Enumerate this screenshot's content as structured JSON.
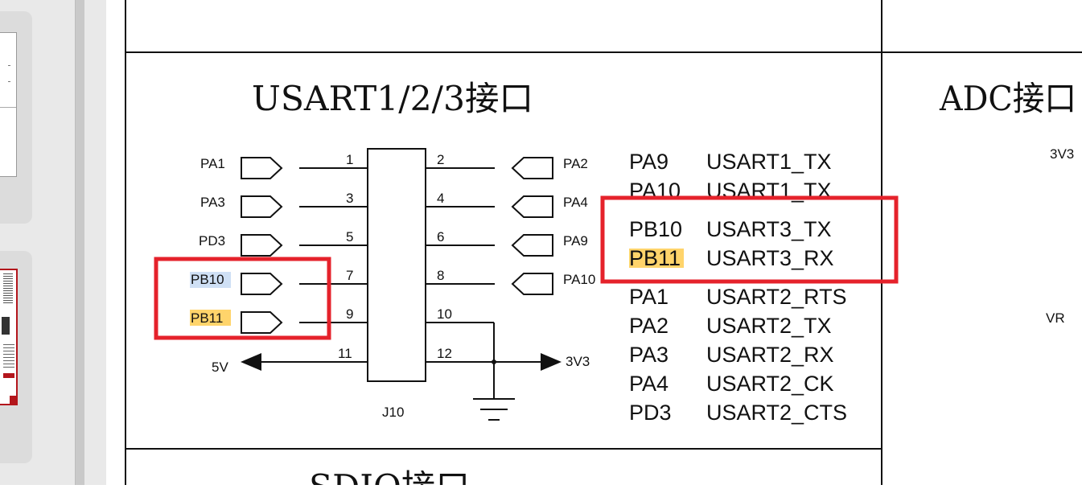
{
  "viewer": {
    "thumbnails": [
      "page-thumbnail",
      "page-thumbnail-selected"
    ]
  },
  "sections": {
    "usart_title": "USART1/2/3接口",
    "adc_title": "ADC接口",
    "sdio_title": "SDIO接口"
  },
  "connector": {
    "ref": "J10",
    "left_pins": [
      {
        "pin": "1",
        "net": "PA1"
      },
      {
        "pin": "3",
        "net": "PA3"
      },
      {
        "pin": "5",
        "net": "PD3"
      },
      {
        "pin": "7",
        "net": "PB10"
      },
      {
        "pin": "9",
        "net": "PB11"
      },
      {
        "pin": "11",
        "net": "5V"
      }
    ],
    "right_pins": [
      {
        "pin": "2",
        "net": "PA2"
      },
      {
        "pin": "4",
        "net": "PA4"
      },
      {
        "pin": "6",
        "net": "PA9"
      },
      {
        "pin": "8",
        "net": "PA10"
      },
      {
        "pin": "10",
        "net": ""
      },
      {
        "pin": "12",
        "net": "3V3"
      }
    ]
  },
  "pin_table": [
    {
      "pin": "PA9",
      "function": "USART1_TX"
    },
    {
      "pin": "PA10",
      "function": "USART1_TX"
    },
    {
      "pin": "PB10",
      "function": "USART3_TX"
    },
    {
      "pin": "PB11",
      "function": "USART3_RX"
    },
    {
      "pin": "PA1",
      "function": "USART2_RTS"
    },
    {
      "pin": "PA2",
      "function": "USART2_TX"
    },
    {
      "pin": "PA3",
      "function": "USART2_RX"
    },
    {
      "pin": "PA4",
      "function": "USART2_CK"
    },
    {
      "pin": "PD3",
      "function": "USART2_CTS"
    }
  ],
  "adc": {
    "supply_label": "3V3",
    "pot_label": "VR"
  },
  "colors": {
    "highlight_box": "#e5222b",
    "selection_blue": "#cfe0f5",
    "highlight_yellow": "#ffd46b",
    "line": "#111111"
  }
}
